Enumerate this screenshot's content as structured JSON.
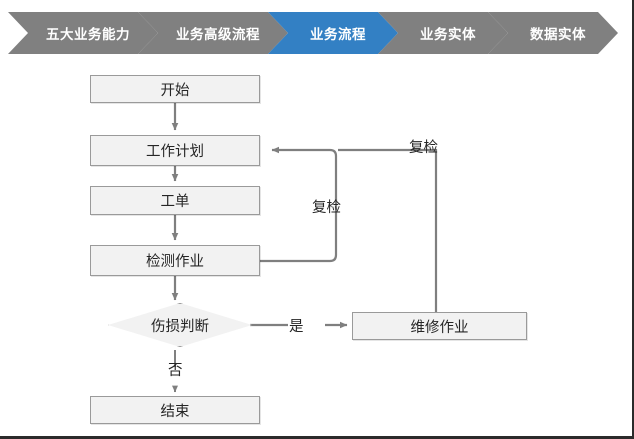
{
  "breadcrumb": {
    "active_color": "#3380c4",
    "inactive_color": "#808080",
    "items": [
      {
        "label": "五大业务能力",
        "active": false
      },
      {
        "label": "业务高级流程",
        "active": false
      },
      {
        "label": "业务流程",
        "active": true
      },
      {
        "label": "业务实体",
        "active": false
      },
      {
        "label": "数据实体",
        "active": false
      }
    ]
  },
  "flowchart": {
    "node_fill": "#f2f2f2",
    "node_border": "#9a9a9a",
    "connector_color": "#7f7f7f",
    "nodes": [
      {
        "id": "start",
        "label": "开始",
        "shape": "rect"
      },
      {
        "id": "work_plan",
        "label": "工作计划",
        "shape": "rect"
      },
      {
        "id": "work_order",
        "label": "工单",
        "shape": "rect"
      },
      {
        "id": "inspection",
        "label": "检测作业",
        "shape": "rect"
      },
      {
        "id": "damage",
        "label": "伤损判断",
        "shape": "diamond"
      },
      {
        "id": "end",
        "label": "结束",
        "shape": "rect"
      },
      {
        "id": "repair",
        "label": "维修作业",
        "shape": "rect"
      }
    ],
    "edge_labels": [
      {
        "id": "recheck_inner",
        "label": "复检"
      },
      {
        "id": "recheck_outer",
        "label": "复检"
      },
      {
        "id": "yes",
        "label": "是"
      },
      {
        "id": "no",
        "label": "否"
      }
    ]
  }
}
